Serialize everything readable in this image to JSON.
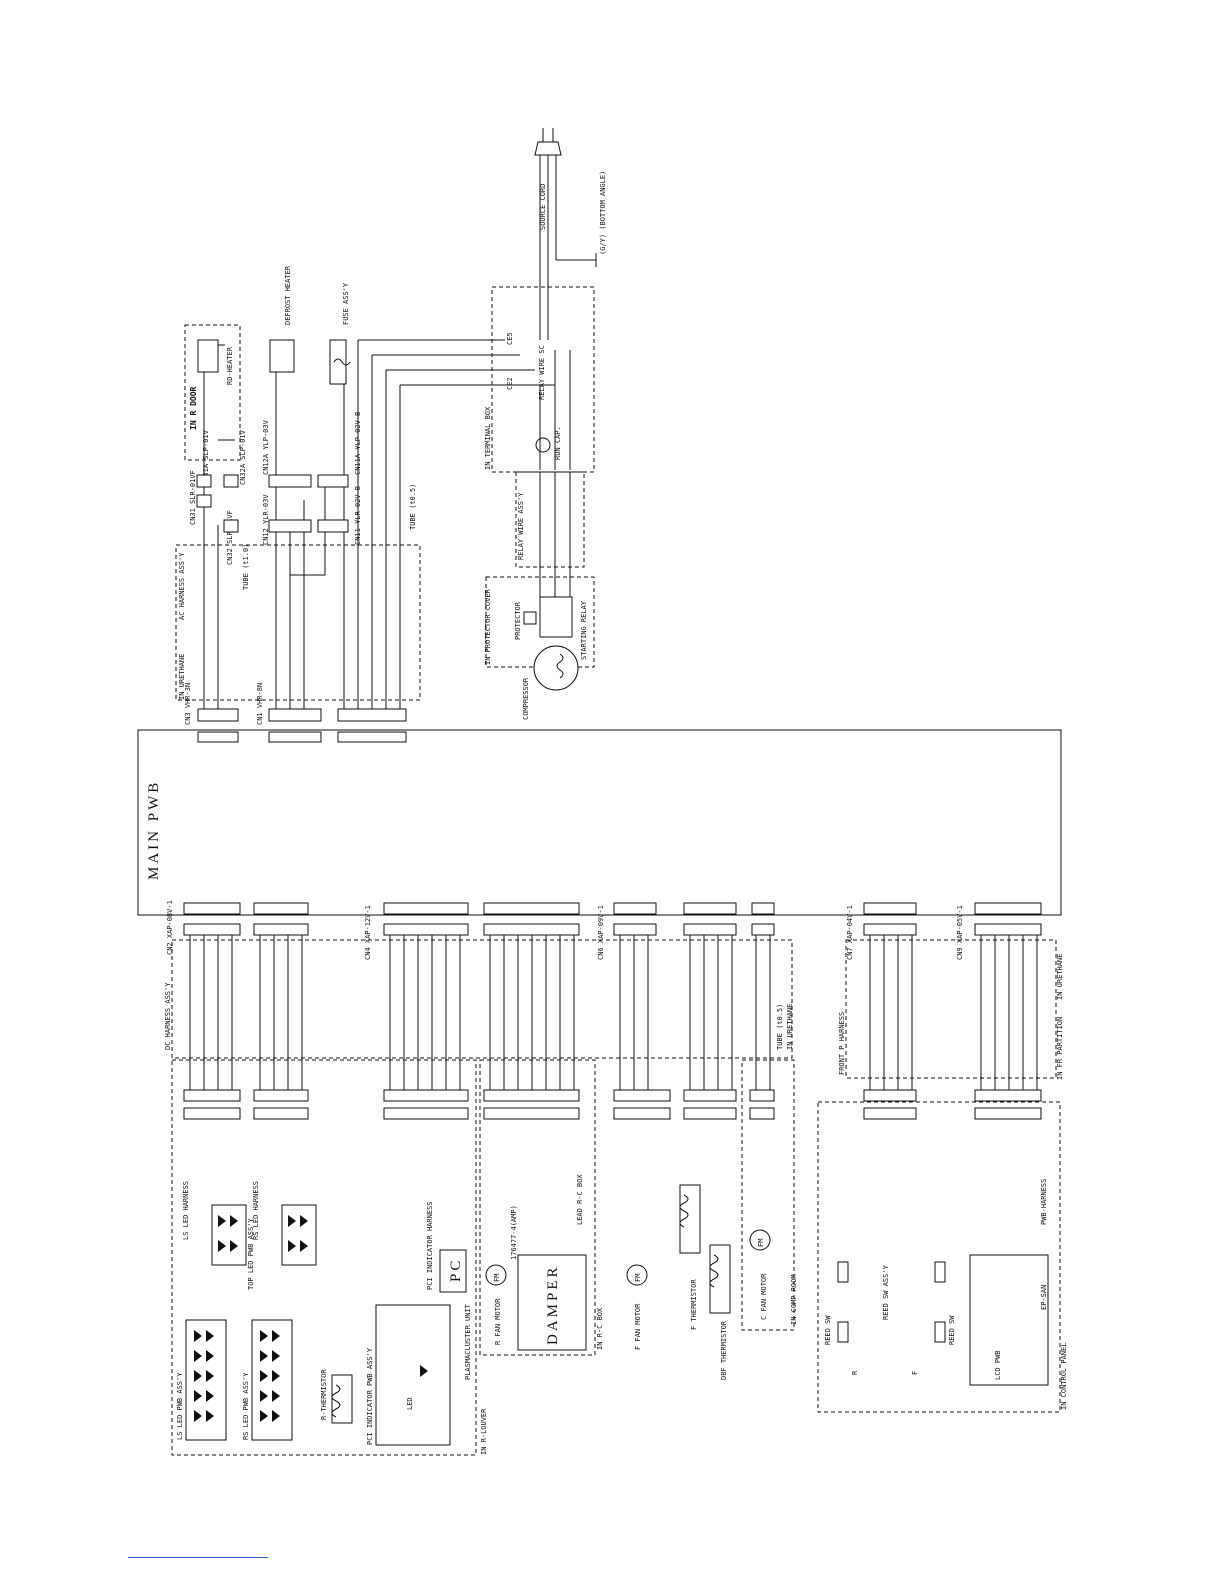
{
  "main_pwb": "MAIN PWB",
  "top_labels": {
    "rd_heater": "RD-HEATER",
    "in_r_door": "IN R DOOR",
    "defrost_heater": "DEFROST HEATER",
    "fuse_assy": "FUSE ASS'Y",
    "source_cord": "SOURCE CORD",
    "bottom_angle": "(G/Y) (BOTTOM ANGLE)",
    "ac_harness": "AC HARNESS ASS'Y",
    "in_urethane": "IN URETHANE",
    "in_terminal_box": "IN TERMINAL BOX",
    "relay_wire_sc": "RELAY WIRE SC",
    "relay_wire_assy": "RELAY WIRE ASS'Y",
    "run_cap": "RUN CAP.",
    "in_protector_cover": "IN PROTECTOR COVER",
    "protector": "PROTECTOR",
    "starting_relay": "STARTING RELAY",
    "compressor": "COMPRESSOR",
    "tube_top": "TUBE (t0.5)",
    "tube_mid": "TUBE (t1.0)",
    "cn3": "CN3 VHR-3N",
    "cn1": "CN1 VHR-8N",
    "cn31": "CN31 SLR-01VF",
    "cn31a": "CN31A SLP-01V",
    "cn32": "CN32 SLR-01VF",
    "cn32a": "CN32A SLP-01V",
    "cn12": "CN12 YLR-03V",
    "cn12a": "CN12A YLP-03V",
    "cn11": "CN11 YLR-02V-B",
    "cn11a": "CN11A YLP-02V-B",
    "ce5": "CE5",
    "ce2": "CE2"
  },
  "bottom_labels": {
    "dc_harness": "DC HARNESS ASS'Y",
    "cn2": "CN2 XAP-08V-1",
    "cn4": "CN4 XAP-12V-1",
    "cn6": "CN6 XAP-09V-1",
    "cn7": "CN7 XAP-04V-1",
    "cn9": "CN9 XAP-05V-1",
    "ls_led_harness": "LS LED HARNESS",
    "rs_led_harness": "RS LED HARNESS",
    "top_led_pwb": "TOP LED PWB ASS'Y",
    "ls_led_pwb": "LS LED PWB ASS'Y",
    "rs_led_pwb": "RS LED PWB ASS'Y",
    "r_thermistor": "R-THERMISTOR",
    "pci_indicator_pwb": "PCI INDICATOR PWB ASS'Y",
    "pci_indicator_harness": "PCI INDICATOR HARNESS",
    "led": "LED",
    "pc": "PC",
    "plasmacluster": "PLASMACLUSTER UNIT",
    "in_r_louver": "IN R-LOUVER",
    "r_fan_motor": "R FAN MOTOR",
    "damper": "DAMPER",
    "amp": "176477-4(AMP)",
    "lead_rc_box": "LEAD R-C BOX",
    "in_rc_box": "IN R-C BOX",
    "f_fan_motor": "F FAN MOTOR",
    "f_thermistor": "F THERMISTOR",
    "dbf_thermistor": "DBF THERMISTOR",
    "c_fan_motor": "C FAN MOTOR",
    "in_comp_room": "IN COMP ROOM",
    "tube_c": "TUBE (t0.5)",
    "in_urethane_b": "IN URETHANE",
    "front_p_harness": "FRONT P HARNESS",
    "in_fr_partition": "IN FR PARTITION",
    "in_urethane_c": "IN URETHANE",
    "reed_sw_assy": "REED SW ASS'Y",
    "reed_sw": "REED SW",
    "r": "R",
    "f": "F",
    "lcd_pwb": "LCD PWB",
    "pwb_harness": "PWB-HARNESS",
    "in_control_panel": "IN CONTROL PANEL",
    "ep_san": "EP-SAN",
    "fm": "FM"
  }
}
